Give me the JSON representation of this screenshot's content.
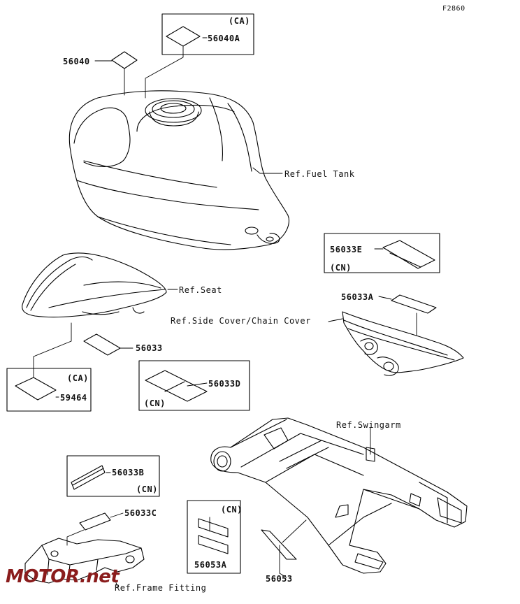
{
  "figure_code": "F2860",
  "parts": {
    "p56040": "56040",
    "p56040A": "56040A",
    "p56033E": "56033E",
    "p56033A": "56033A",
    "p56033": "56033",
    "p59464": "59464",
    "p56033D": "56033D",
    "p56033B": "56033B",
    "p56033C": "56033C",
    "p56053A": "56053A",
    "p56053": "56053"
  },
  "region_tags": {
    "ca_top": "(CA)",
    "cn_56033E": "(CN)",
    "ca_59464": "(CA)",
    "cn_56033D": "(CN)",
    "cn_56033B": "(CN)",
    "cn_56053A": "(CN)"
  },
  "references": {
    "fuel_tank": "Ref.Fuel Tank",
    "seat": "Ref.Seat",
    "side_cover": "Ref.Side Cover/Chain Cover",
    "swingarm": "Ref.Swingarm",
    "frame_fitting": "Ref.Frame Fitting"
  },
  "watermark": {
    "text": "MOTOR.net",
    "colors": {
      "accent": "#8a1c1c",
      "line": "#000000"
    }
  }
}
